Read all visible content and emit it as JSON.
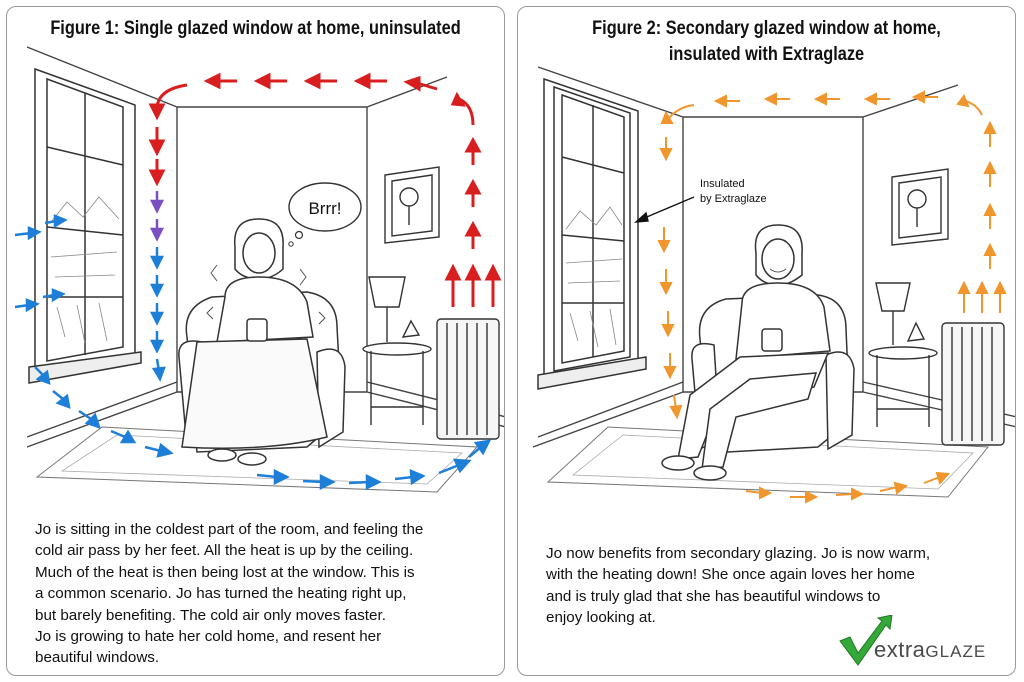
{
  "panel1": {
    "title": "Figure 1: Single glazed window at home, uninsulated",
    "speech": "Brrr!",
    "caption": [
      "Jo is sitting in the coldest part of the room, and feeling the",
      "cold air pass by her feet. All the heat is up by the ceiling.",
      "Much of the heat is then being lost at the window. This is",
      "a common scenario. Jo has turned the heating right up,",
      "but barely benefiting. The cold air only moves faster.",
      "Jo is growing to hate her cold home, and resent her",
      "beautiful windows."
    ]
  },
  "panel2": {
    "title_line1": "Figure 2: Secondary glazed window at home,",
    "title_line2": "insulated with Extraglaze",
    "callout_line1": "Insulated",
    "callout_line2": "by Extraglaze",
    "caption": [
      "Jo now benefits from secondary glazing. Jo is now warm,",
      "with the heating down! She once again loves her home",
      "and is truly glad that she has beautiful windows to",
      "enjoy looking at."
    ]
  },
  "logo": {
    "main": "extra",
    "suffix": "GLAZE"
  },
  "colors": {
    "hot_arrow": "#d81e1e",
    "cold_arrow": "#1e7fd8",
    "transition_arrow": "#7a4fc2",
    "warm_arrow": "#f0962c",
    "logo_green": "#35a83a",
    "line": "#333333"
  }
}
